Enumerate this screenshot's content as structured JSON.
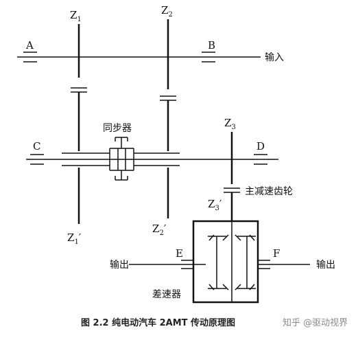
{
  "gear_labels": {
    "z1": "Z",
    "z1_sub": "1",
    "z2": "Z",
    "z2_sub": "2",
    "z3": "Z",
    "z3_sub": "3",
    "z1p": "Z",
    "z1p_sub": "1",
    "z1p_prime": "′",
    "z2p": "Z",
    "z2p_sub": "2",
    "z2p_prime": "′",
    "z3p": "Z",
    "z3p_sub": "3",
    "z3p_prime": "′"
  },
  "bearing_labels": {
    "a": "A",
    "b": "B",
    "c": "C",
    "d": "D",
    "e": "E",
    "f": "F"
  },
  "texts": {
    "input": "输入",
    "synchronizer": "同步器",
    "final_drive": "主减速齿轮",
    "output_left": "输出",
    "output_right": "输出",
    "differential": "差速器"
  },
  "caption": "图 2.2  纯电动汽车 2AMT 传动原理图",
  "watermark": "知乎 @驱动视界"
}
